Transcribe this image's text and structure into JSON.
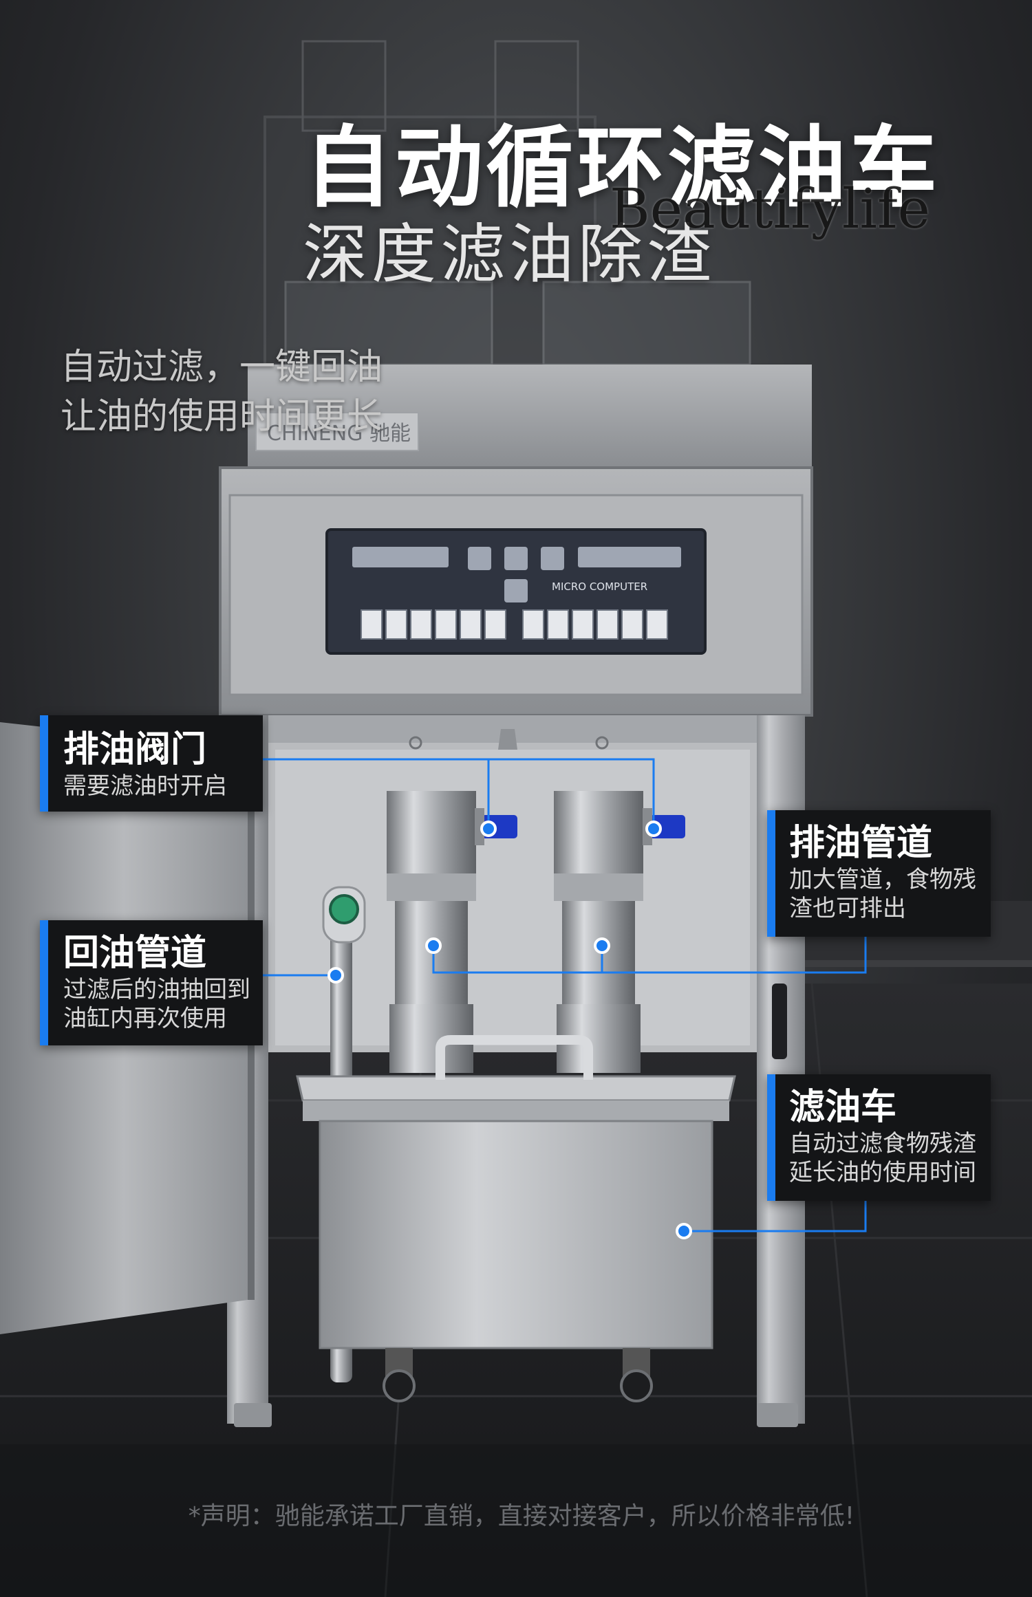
{
  "headline": {
    "title": "自动循环滤油车",
    "subtitle": "深度滤油除渣"
  },
  "watermark": "Beautifylife",
  "intro": {
    "line1": "自动过滤，一键回油",
    "line2": "让油的使用时间更长"
  },
  "panel": {
    "brand": "CHINENG 驰能",
    "control_label": "MICRO COMPUTER"
  },
  "callouts": [
    {
      "title": "排油阀门",
      "desc": [
        "需要滤油时开启"
      ]
    },
    {
      "title": "排油管道",
      "desc": [
        "加大管道，食物残",
        "渣也可排出"
      ]
    },
    {
      "title": "回油管道",
      "desc": [
        "过滤后的油抽回到",
        "油缸内再次使用"
      ]
    },
    {
      "title": "滤油车",
      "desc": [
        "自动过滤食物残渣",
        "延长油的使用时间"
      ]
    }
  ],
  "disclaimer": "*声明：驰能承诺工厂直销，直接对接客户，所以价格非常低!",
  "colors": {
    "accent": "#1a7cf0",
    "callout_bg": "#141517",
    "background": "#2b2c2f"
  }
}
